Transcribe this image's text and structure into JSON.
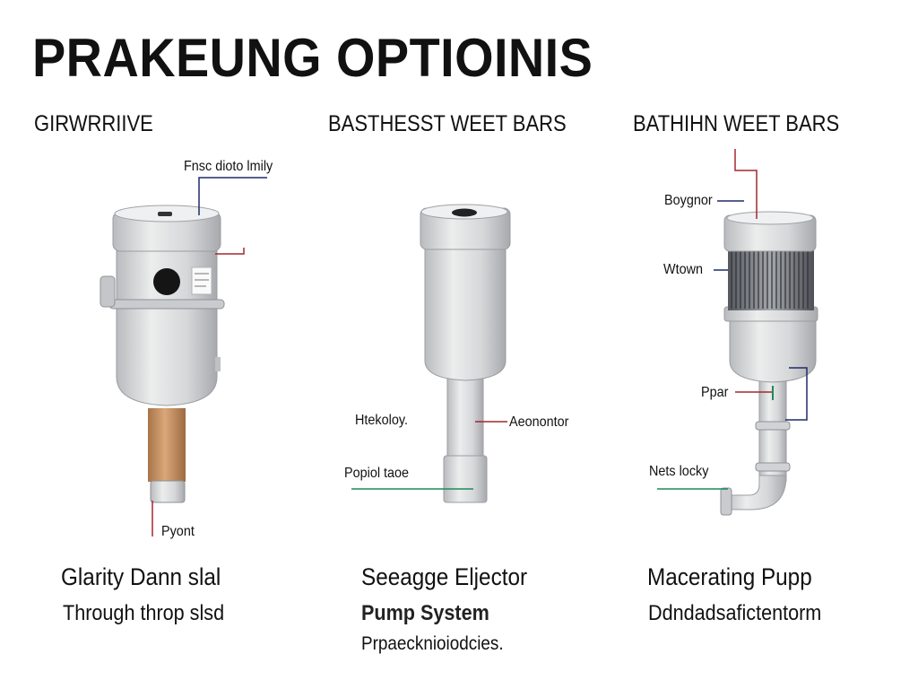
{
  "title": "PRAKEUNG OPTIOINIS",
  "columns": [
    {
      "heading": "GIRWRRIIVE",
      "callouts": [
        "Fnsc dioto lmily",
        "Pyont"
      ],
      "caption": "Glarity Dann slal",
      "subcaption": "Through throp slsd",
      "note": ""
    },
    {
      "heading": "BASTHESST WEET BARS",
      "callouts": [
        "Htekoloy.",
        "Aeonontor",
        "Popiol taoe"
      ],
      "caption": "Seeagge Eljector",
      "subcaption": "Pump System",
      "note": "Prpaecknioiodcies."
    },
    {
      "heading": "BATHIHN WEET BARS",
      "callouts": [
        "Boygnor",
        "Wtown",
        "Ppar",
        "Nets locky"
      ],
      "caption": "Macerating Pupp",
      "subcaption": "Ddndadsafictentorm",
      "note": ""
    }
  ],
  "colors": {
    "line_red": "#a3282d",
    "line_navy": "#1e2a6b",
    "line_green": "#1e8a5a",
    "metal": "#d9dadc",
    "metal_dark": "#9a9ca0",
    "tan": "#c69062"
  }
}
